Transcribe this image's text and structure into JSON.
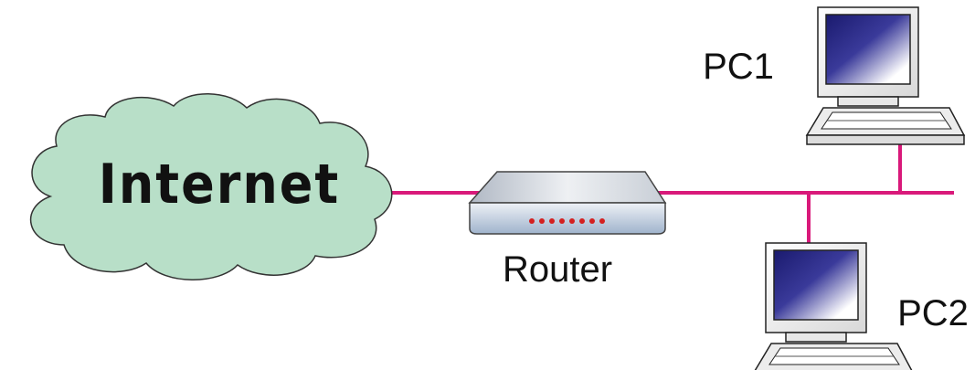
{
  "labels": {
    "cloud": "Internet",
    "router": "Router",
    "pc1": "PC1",
    "pc2": "PC2"
  },
  "colors": {
    "link": "#d9197a",
    "cloud_fill": "#b8dfc8",
    "cloud_stroke": "#333333",
    "router_leds": "#d42020"
  },
  "icons": {
    "cloud": "cloud-icon",
    "router": "router-icon",
    "pc1": "computer-icon",
    "pc2": "computer-icon"
  }
}
